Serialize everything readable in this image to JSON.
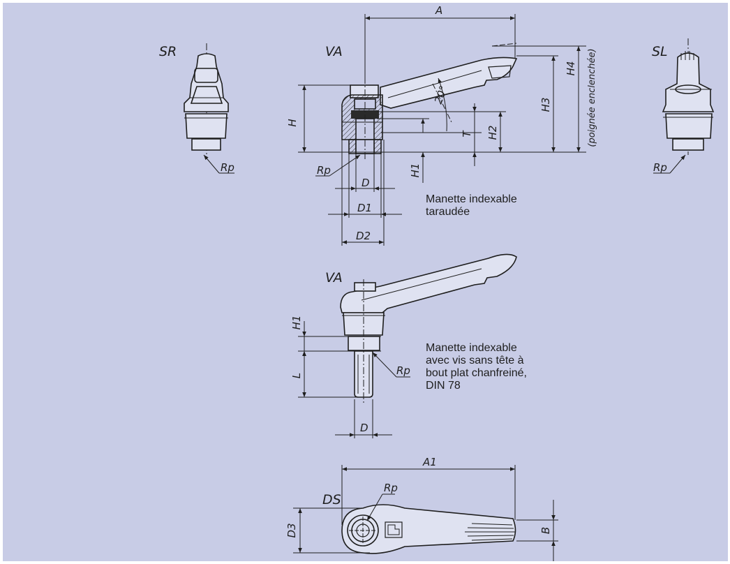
{
  "views": {
    "sr": "SR",
    "va_top": "VA",
    "sl": "SL",
    "va_screw": "VA",
    "ds": "DS"
  },
  "dims": {
    "A": "A",
    "A1": "A1",
    "H": "H",
    "H1": "H1",
    "H2": "H2",
    "H3": "H3",
    "H4": "H4",
    "H4_note": "(poignée enclenchée)",
    "T": "T",
    "L": "L",
    "D": "D",
    "D1": "D1",
    "D2": "D2",
    "D3": "D3",
    "B": "B",
    "Rp": "Rp",
    "angle": "20°"
  },
  "captions": {
    "tapped": [
      "Manette indexable",
      "taraudée"
    ],
    "screw": [
      "Manette indexable",
      "avec vis sans tête à",
      "bout plat chanfreiné,",
      "DIN 78"
    ]
  },
  "colors": {
    "background": "#c8cce6",
    "line": "#1e1e1e",
    "shade": "#2a2a2a"
  }
}
